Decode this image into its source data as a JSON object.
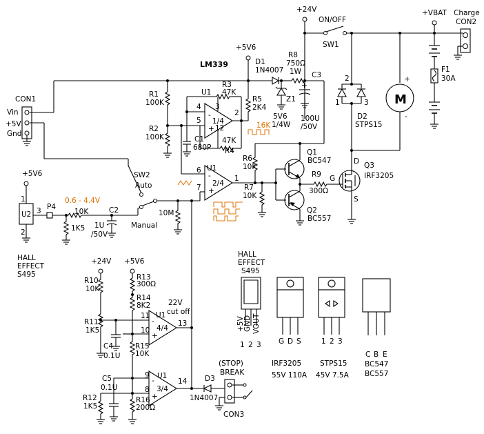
{
  "colors": {
    "wire": "#000000",
    "highlight": "#e07000",
    "background": "#ffffff"
  },
  "labels": {
    "v24_top": "+24V",
    "on_off": "ON/OFF",
    "sw1": "SW1",
    "vbat": "+VBAT",
    "charge": "Charge",
    "con2": "CON2",
    "v5v6_top": "+5V6",
    "lm339": "LM339",
    "d1": "D1",
    "d1_val": "1N4007",
    "r8": "R8",
    "r8_val1": "750Ω",
    "r8_val2": "1W",
    "c3": "C3",
    "f1": "F1",
    "f1_val": "30A",
    "motor": "M",
    "con1": "CON1",
    "vin": "Vin",
    "p5v": "+5V",
    "gnd": "Gnd",
    "r1": "R1",
    "r1_val": "100K",
    "r2": "R2",
    "r2_val": "100K",
    "u1a": "U1",
    "u1a_part": "1/4",
    "r3": "R3",
    "r3_val": "47K",
    "r5": "R5",
    "r5_val": "2K4",
    "r4": "R4",
    "r4_val": "47K",
    "c1": "C1",
    "c1_val": "680P",
    "z1": "Z1",
    "z1_val1": "5V6",
    "z1_val2": "1/4W",
    "c3_val1": "100U",
    "c3_val2": "/50V",
    "freq": "16K",
    "d2": "D2",
    "d2_val": "STPS15",
    "pin4": "4",
    "pin5": "5",
    "pin3": "3",
    "pin2": "2",
    "pin12": "12",
    "pin6": "6",
    "pin7": "7",
    "pin1": "1",
    "pin11": "11",
    "pin10": "10",
    "pin13": "13",
    "pin9": "9",
    "pin8": "8",
    "pin14": "14",
    "d2_pin2": "2",
    "d2_pin1": "1",
    "d2_pin3": "3",
    "u1b": "U1",
    "u1b_part": "2/4",
    "r6": "R6",
    "r6_val": "10K",
    "r7": "R7",
    "r7_val": "10K",
    "q1": "Q1",
    "q1_val": "BC547",
    "q2": "Q2",
    "q2_val": "BC557",
    "r9": "R9",
    "r9_val": "300Ω",
    "q3": "Q3",
    "q3_val": "IRF3205",
    "g": "G",
    "d": "D",
    "s": "S",
    "v5v6_left": "+5V6",
    "sw2": "SW2",
    "auto": "Auto",
    "manual": "Manual",
    "range": "0.6 - 4.4V",
    "u2": "U2",
    "u2_p1": "1",
    "u2_p2": "2",
    "u2_p3": "3",
    "p4": "P4",
    "r10k_in": "10K",
    "r1k5_in": "1K5",
    "c2": "C2",
    "c2_val1": "1U",
    "c2_val2": "/50V",
    "r10m": "10M",
    "hall1": "HALL",
    "hall2": "EFFECT",
    "hall3": "S495",
    "v24_low": "+24V",
    "v5v6_low": "+5V6",
    "r10": "R10",
    "r10_val": "10K",
    "r13": "R13",
    "r13_val": "300Ω",
    "r14": "R14",
    "r14_val": "8K2",
    "r11": "R11",
    "r11_val": "1K5",
    "c4": "C4",
    "c4_val": "0.1U",
    "r15": "R15",
    "r15_val": "10K",
    "u1c": "U1",
    "u1c_part": "4/4",
    "cutoff1": "22V",
    "cutoff2": "cut off",
    "c5": "C5",
    "c5_val": "0.1U",
    "r12": "R12",
    "r12_val": "1K5",
    "r16": "R16",
    "r16_val": "200Ω",
    "u1d": "U1",
    "u1d_part": "3/4",
    "d3": "D3",
    "d3_val": "1N4007",
    "stop": "(STOP)",
    "brk": "BREAK",
    "con3": "CON3",
    "pk_hall1": "HALL",
    "pk_hall2": "EFFECT",
    "pk_hall3": "S495",
    "pk_p5v": "+5V",
    "pk_gnd": "GND",
    "pk_vout": "VOUT",
    "pk_n1": "1",
    "pk_n2": "2",
    "pk_n3": "3",
    "pk_g": "G",
    "pk_d": "D",
    "pk_s": "S",
    "pk_irf": "IRF3205",
    "pk_irf_spec": "55V  110A",
    "pk_s1": "1",
    "pk_s2": "2",
    "pk_s3": "3",
    "pk_stps": "STPS15",
    "pk_stps_spec": "45V  7.5A",
    "pk_c": "C",
    "pk_b": "B",
    "pk_e": "E",
    "pk_bc1": "BC547",
    "pk_bc2": "BC557",
    "plus": "+",
    "minus": "-"
  }
}
